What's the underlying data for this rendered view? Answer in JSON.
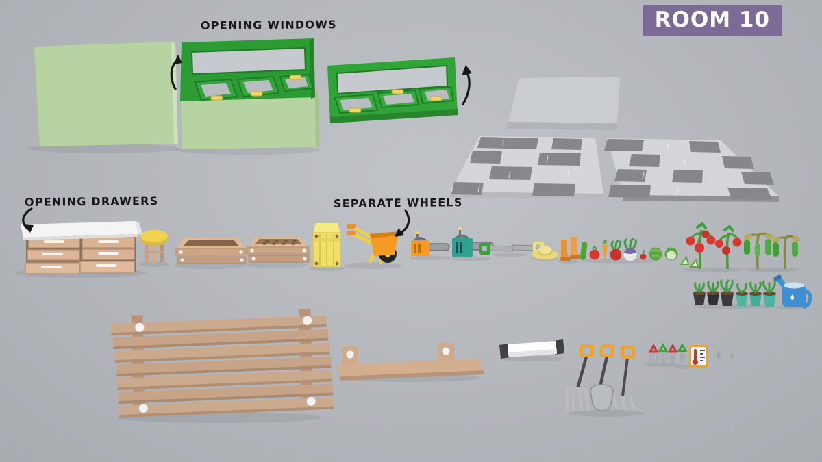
{
  "badge": {
    "label": "ROOM 10"
  },
  "annotations": {
    "windows": {
      "text": "OPENING WINDOWS"
    },
    "drawers": {
      "text": "OPENING DRAWERS"
    },
    "wheels": {
      "text": "SEPARATE WHEELS"
    }
  },
  "palette": {
    "background": "#b3b6bb",
    "wall_green": "#b9d5a4",
    "window_green": "#2fa035",
    "handle_yellow": "#f0d568",
    "badge_purple": "#7b6b95",
    "badge_text": "#ffffff",
    "annotation_text": "#17181a",
    "wood_tan": "#cba98c",
    "soil_brown": "#8a6446",
    "crate_yellow": "#f0e06a",
    "wheelbarrow_orange": "#f59a23",
    "chainsaw_orange": "#f59a23",
    "chainsaw_teal": "#2fa193",
    "hat_yellow": "#ecd87c",
    "boots_orange": "#e8923a",
    "vegetable_red": "#d8392e",
    "leaf_green": "#4ea332",
    "pot_black": "#3a3a3d",
    "pot_teal": "#4db6a0",
    "watering_can_blue": "#3f8fd4",
    "tool_handle_orange": "#f0a32c",
    "metal_gray": "#b9bcc1",
    "paver_light": "#d4d6d9",
    "paver_dark": "#85878b"
  },
  "scene": {
    "type": "3d-render-asset-showcase",
    "theme": "Low-poly greenhouse / gardening asset pack, Room 10",
    "items": [
      "greenhouse-wall-plain",
      "greenhouse-wall-with-opening-window",
      "opening-window-standalone",
      "floor-slab",
      "paver-tile-light",
      "paver-tile-dark",
      "drawer-cabinet-opening",
      "stool-yellow",
      "planter-bed-empty",
      "planter-bed-seeded",
      "crate-yellow",
      "wheelbarrow-separate-wheel",
      "chainsaw-orange",
      "chainsaw-teal",
      "handsaw-green",
      "handsaw-yellow",
      "straw-hat",
      "rubber-boots",
      "cucumber",
      "tomato",
      "carrot",
      "radish",
      "turnip",
      "cherry-radish",
      "cabbage",
      "cabbage-half",
      "cabbage-wedges",
      "tomato-plant",
      "tomato-plant-small",
      "hanging-fruit-plant",
      "hanging-fruit-plant-small",
      "seedling-pots-black",
      "seedling-pots-teal",
      "watering-can",
      "slat-wall-pallet",
      "wall-shelf",
      "grow-light-tube",
      "pitchfork",
      "shovel",
      "hand-cultivator",
      "small-hand-tools",
      "thermometer-card",
      "small-metal-clips"
    ]
  }
}
